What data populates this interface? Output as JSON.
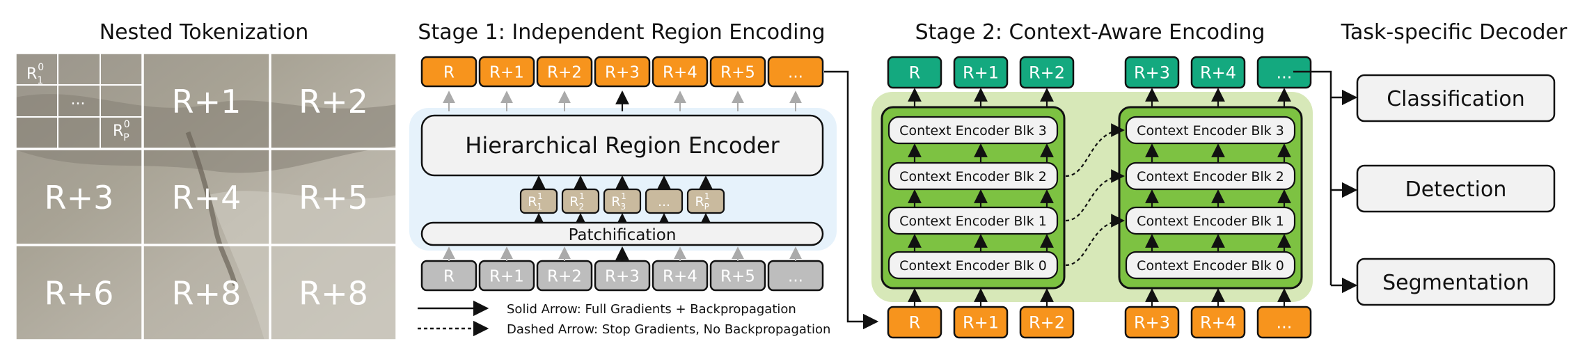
{
  "sections": {
    "nested": {
      "title": "Nested Tokenization"
    },
    "stage1": {
      "title": "Stage 1: Independent Region Encoding"
    },
    "stage2": {
      "title": "Stage 2: Context-Aware Encoding"
    },
    "decoder": {
      "title": "Task-specific Decoder"
    }
  },
  "nested_grid": {
    "cells": [
      "",
      "R+1",
      "R+2",
      "R+3",
      "R+4",
      "R+5",
      "R+6",
      "R+8",
      "R+8"
    ],
    "sub_tokens": {
      "first": "R",
      "first_sub": "1",
      "first_sup": "0",
      "middle": "...",
      "last": "R",
      "last_sub": "P",
      "last_sup": "0"
    }
  },
  "stage1": {
    "output_tokens": [
      "R",
      "R+1",
      "R+2",
      "R+3",
      "R+4",
      "R+5",
      "..."
    ],
    "encoder_label": "Hierarchical Region Encoder",
    "patch_tokens": [
      {
        "base": "R",
        "sub": "1",
        "sup": "1"
      },
      {
        "base": "R",
        "sub": "2",
        "sup": "1"
      },
      {
        "base": "R",
        "sub": "3",
        "sup": "1"
      },
      {
        "base": "...",
        "sub": "",
        "sup": ""
      },
      {
        "base": "R",
        "sub": "P",
        "sup": "1"
      }
    ],
    "patchify_label": "Patchification",
    "input_tokens": [
      "R",
      "R+1",
      "R+2",
      "R+3",
      "R+4",
      "R+5",
      "..."
    ]
  },
  "legend": {
    "solid": "Solid Arrow: Full Gradients + Backpropagation",
    "dashed": "Dashed Arrow: Stop Gradients, No Backpropagation"
  },
  "stage2": {
    "left_outputs": [
      "R",
      "R+1",
      "R+2"
    ],
    "right_outputs": [
      "R+3",
      "R+4",
      "..."
    ],
    "blocks": [
      "Context Encoder Blk 3",
      "Context Encoder Blk 2",
      "Context Encoder Blk 1",
      "Context Encoder Blk 0"
    ],
    "left_inputs": [
      "R",
      "R+1",
      "R+2"
    ],
    "right_inputs": [
      "R+3",
      "R+4",
      "..."
    ]
  },
  "decoder": {
    "tasks": [
      "Classification",
      "Detection",
      "Segmentation"
    ]
  },
  "colors": {
    "orange": "#F7941D",
    "teal": "#14A97F",
    "gray_token": "#BDBDBD",
    "beige_token": "#C9BA9E",
    "stage1_bg": "#E6F2FB",
    "stage2_bg": "#D7E8B8",
    "block_green": "#7DC242"
  }
}
